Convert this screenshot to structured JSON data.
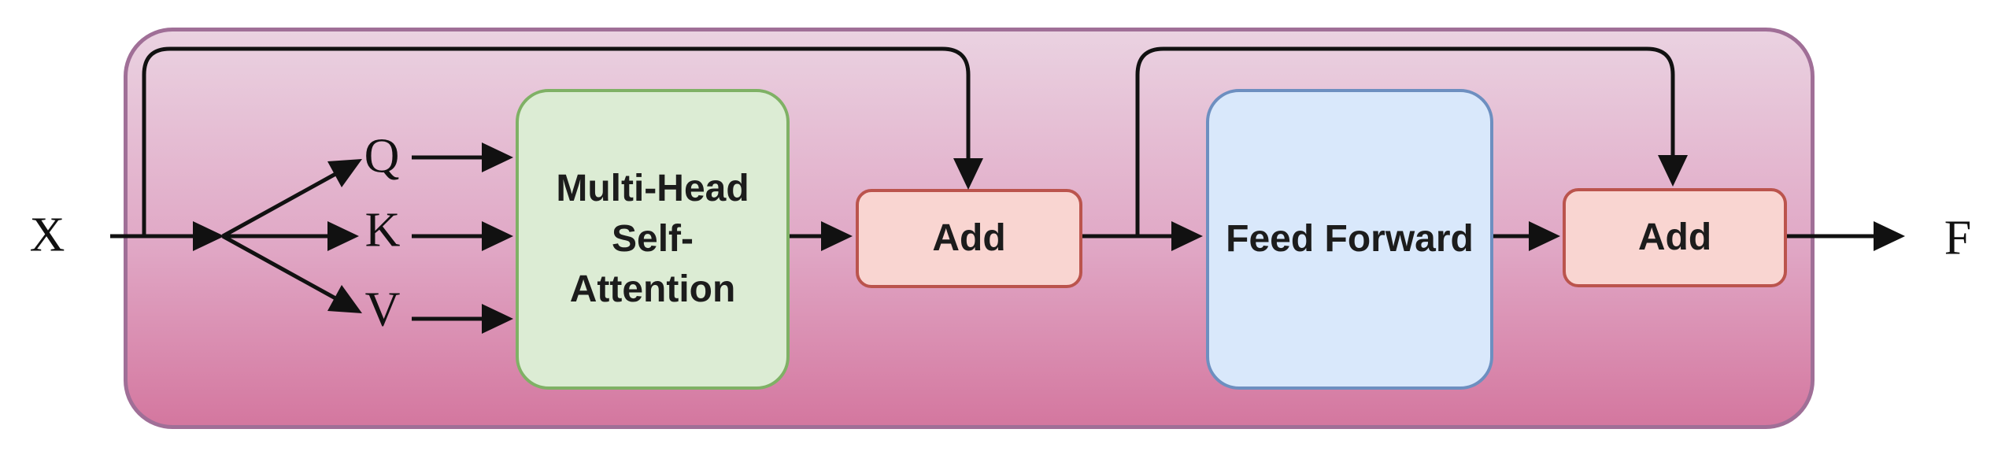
{
  "labels": {
    "input": "X",
    "query": "Q",
    "key": "K",
    "value": "V",
    "output": "F"
  },
  "blocks": {
    "attention": {
      "lines": [
        "Multi-Head",
        "Self-",
        "Attention"
      ],
      "fill": "#dcecd4",
      "border": "#7fb165"
    },
    "add1": {
      "label": "Add",
      "fill": "#f9d5d1",
      "border": "#bb544d"
    },
    "feed_forward": {
      "label": "Feed Forward",
      "fill": "#d9e8fb",
      "border": "#6d8fc0"
    },
    "add2": {
      "label": "Add",
      "fill": "#f9d5d1",
      "border": "#bb544d"
    },
    "container": {
      "gradient_top": "#ead2e1",
      "gradient_bottom": "#d4779f",
      "border": "#a06f97"
    }
  },
  "connector_color": "#111111"
}
